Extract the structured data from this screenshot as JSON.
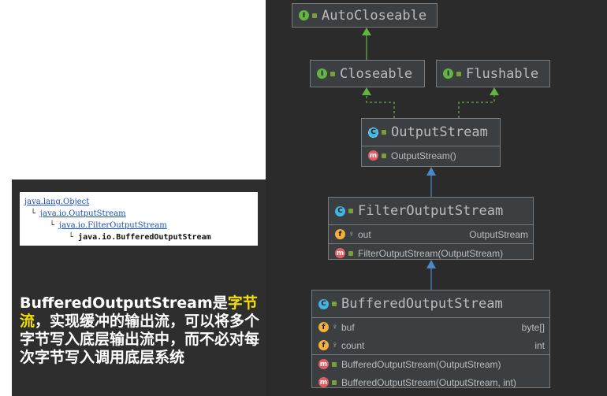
{
  "uml": {
    "autocloseable": {
      "name": "AutoCloseable"
    },
    "closeable": {
      "name": "Closeable"
    },
    "flushable": {
      "name": "Flushable"
    },
    "outputstream": {
      "name": "OutputStream",
      "methods": [
        "OutputStream()"
      ]
    },
    "filteroutputstream": {
      "name": "FilterOutputStream",
      "fields": [
        {
          "name": "out",
          "type": "OutputStream"
        }
      ],
      "methods": [
        "FilterOutputStream(OutputStream)"
      ]
    },
    "bufferedoutputstream": {
      "name": "BufferedOutputStream",
      "fields": [
        {
          "name": "buf",
          "type": "byte[]"
        },
        {
          "name": "count",
          "type": "int"
        }
      ],
      "methods": [
        "BufferedOutputStream(OutputStream)",
        "BufferedOutputStream(OutputStream, int)"
      ]
    },
    "icon_letters": {
      "interface": "I",
      "class": "C",
      "field": "f",
      "method": "m"
    },
    "colors": {
      "interface": "#62b543",
      "class": "#40b6e0",
      "field": "#f4af3d",
      "method": "#e05d61",
      "inherit_arrow": "#4a88c7",
      "implement_arrow": "#62b543"
    }
  },
  "javadoc": {
    "lines": [
      "java.lang.Object",
      "java.io.OutputStream",
      "java.io.FilterOutputStream",
      "java.io.BufferedOutputStream"
    ]
  },
  "description": {
    "prefix": "BufferedOutputStream是",
    "highlight": "字节流",
    "rest": "，实现缓冲的输出流，可以将多个字节写入底层输出流中，而不必对每次字节写入调用底层系统"
  }
}
